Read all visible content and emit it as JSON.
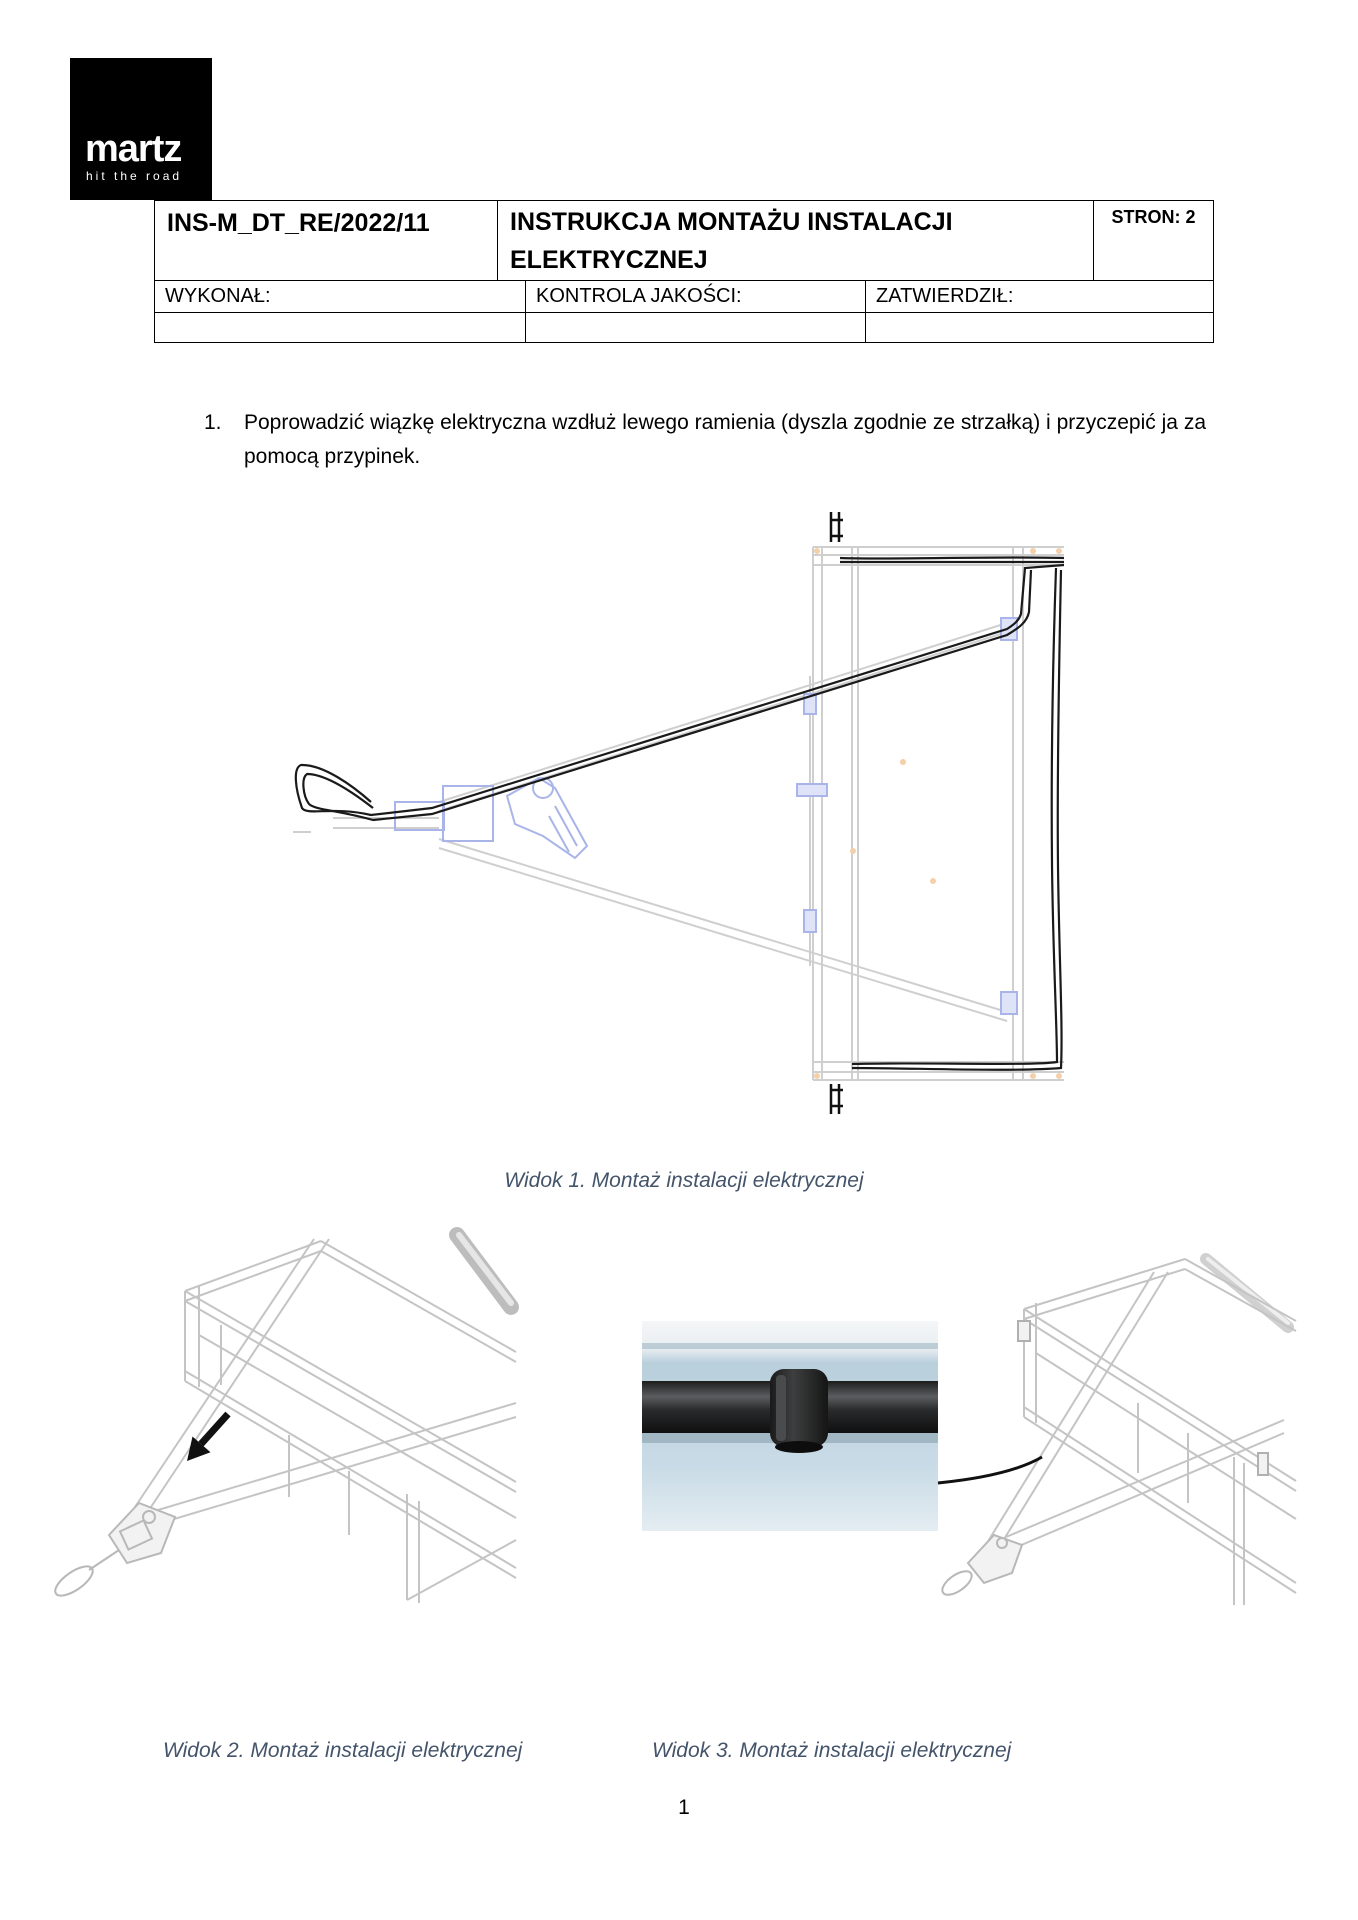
{
  "logo": {
    "name": "martz",
    "tagline": "hit the road"
  },
  "header_table": {
    "doc_code": "INS-M_DT_RE/2022/11",
    "title": "INSTRUKCJA MONTAŻU INSTALACJI ELEKTRYCZNEJ",
    "pages": "STRON: 2",
    "sign_off": {
      "made_by": "WYKONAŁ:",
      "quality_control": "KONTROLA JAKOŚCI:",
      "approved_by": "ZATWIERDZIŁ:"
    }
  },
  "instructions": [
    {
      "number": "1.",
      "text": "Poprowadzić wiązkę elektryczna wzdłuż lewego ramienia (dyszla zgodnie ze strzałką) i przyczepić ja za pomocą przypinek."
    }
  ],
  "figures": [
    {
      "caption": "Widok 1. Montaż instalacji elektrycznej",
      "icon": "trailer-top-view-drawing"
    },
    {
      "caption": "Widok 2. Montaż instalacji elektrycznej",
      "icon": "trailer-perspective-drawing"
    },
    {
      "caption": "Widok 3. Montaż instalacji elektrycznej",
      "icon": "cable-clip-photo"
    }
  ],
  "page_number": "1",
  "colors": {
    "logo_background": "#000000",
    "logo_text": "#ffffff",
    "caption": "#44546a",
    "drawing_line": "#cfcfcf",
    "cable": "#1a1a1a",
    "hitch_parts": "#a9b4e8",
    "arrow": "#111111"
  }
}
